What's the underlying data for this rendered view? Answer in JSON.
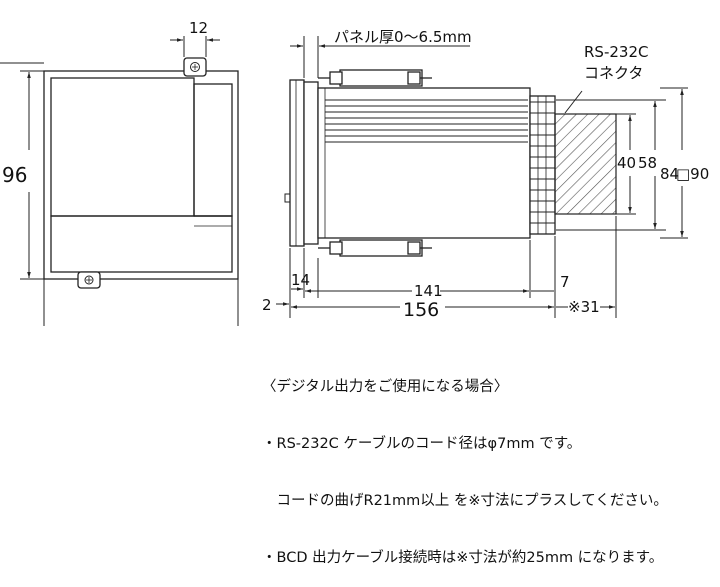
{
  "dimensions": {
    "front_height": "96",
    "terminal_width": "12",
    "panel_thickness": "パネル厚0〜6.5mm",
    "connector_label_line1": "RS-232C",
    "connector_label_line2": "コネクタ",
    "dim_40": "40",
    "dim_58": "58",
    "dim_84": "84",
    "dim_square_90": "□90",
    "dim_2": "2",
    "dim_14": "14",
    "dim_141": "141",
    "dim_7": "7",
    "dim_156": "156",
    "dim_star_31": "※31"
  },
  "notes": {
    "heading": "〈デジタル出力をご使用になる場合〉",
    "line1": "・RS-232C ケーブルのコード径はφ7mm です。",
    "line2": "　コードの曲げR21mm以上 を※寸法にプラスしてください。",
    "line3": "・BCD 出力ケーブル接続時は※寸法が約25mm になります。"
  },
  "colors": {
    "line": "#222222",
    "body_fill": "#ffffff",
    "hatch": "#555555"
  }
}
